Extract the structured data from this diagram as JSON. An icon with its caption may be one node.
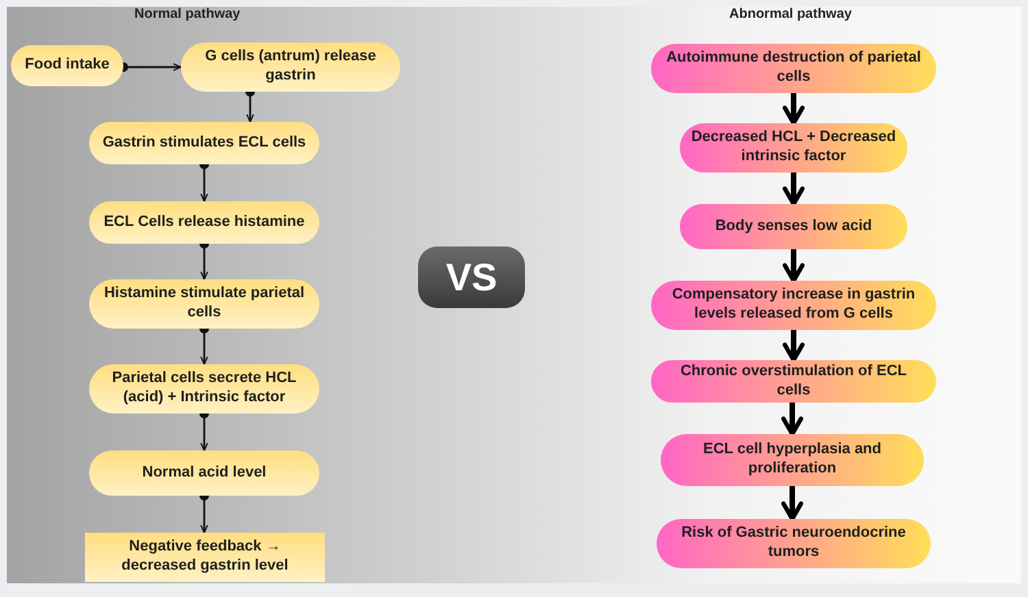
{
  "diagram": {
    "nodes": [
      {
        "text": [
          "Food intake"
        ]
      },
      {
        "text": [
          "G cells (antrum) release gastrin"
        ]
      },
      {
        "text": [
          "Gastrin stimulates ECL cells"
        ]
      },
      {
        "text": [
          "ECL Cells release histamine"
        ]
      },
      {
        "text": [
          "Histamine stimulate parietal cells"
        ]
      },
      {
        "text": [
          "Parietal cells secrete HCL (acid) + Intrinsic factor"
        ]
      },
      {
        "text": [
          "Normal acid level"
        ]
      },
      {
        "text": [
          "Negative feedback → decreased gastrin level"
        ]
      },
      {
        "text": [
          "VS"
        ]
      },
      {
        "text": [
          "Autoimmune destruction of parietal cells"
        ]
      },
      {
        "text": [
          "Decreased HCL + Decreased intrinsic factor"
        ]
      },
      {
        "text": [
          "Body senses low acid"
        ]
      },
      {
        "text": [
          "Compensatory increase in gastrin levels released from G cells"
        ]
      },
      {
        "text": [
          "Chronic overstimulation of ECL cells"
        ]
      },
      {
        "text": [
          "ECL cell hyperplasia and proliferation"
        ]
      },
      {
        "text": [
          "Risk of Gastric neuroendocrine tumors"
        ]
      }
    ],
    "edges": [
      {
        "from": 0,
        "to": 1,
        "arrow": "to"
      },
      {
        "from": 1,
        "to": 2,
        "arrow": "to"
      },
      {
        "from": 2,
        "to": 3,
        "arrow": "to"
      },
      {
        "from": 3,
        "to": 4,
        "arrow": "to"
      },
      {
        "from": 4,
        "to": 5,
        "arrow": "to"
      },
      {
        "from": 5,
        "to": 6,
        "arrow": "to"
      },
      {
        "from": 6,
        "to": 7,
        "arrow": "to"
      },
      {
        "from": 9,
        "to": 10,
        "arrow": "to",
        "style": "thick"
      },
      {
        "from": 10,
        "to": 11,
        "arrow": "to",
        "style": "thick"
      },
      {
        "from": 11,
        "to": 12,
        "arrow": "to",
        "style": "thick"
      },
      {
        "from": 12,
        "to": 13,
        "arrow": "to",
        "style": "thick"
      },
      {
        "from": 13,
        "to": 14,
        "arrow": "to",
        "style": "thick"
      },
      {
        "from": 14,
        "to": 15,
        "arrow": "to",
        "style": "thick"
      }
    ],
    "labels": [
      "Normal pathway",
      "Abnormal pathway"
    ]
  }
}
